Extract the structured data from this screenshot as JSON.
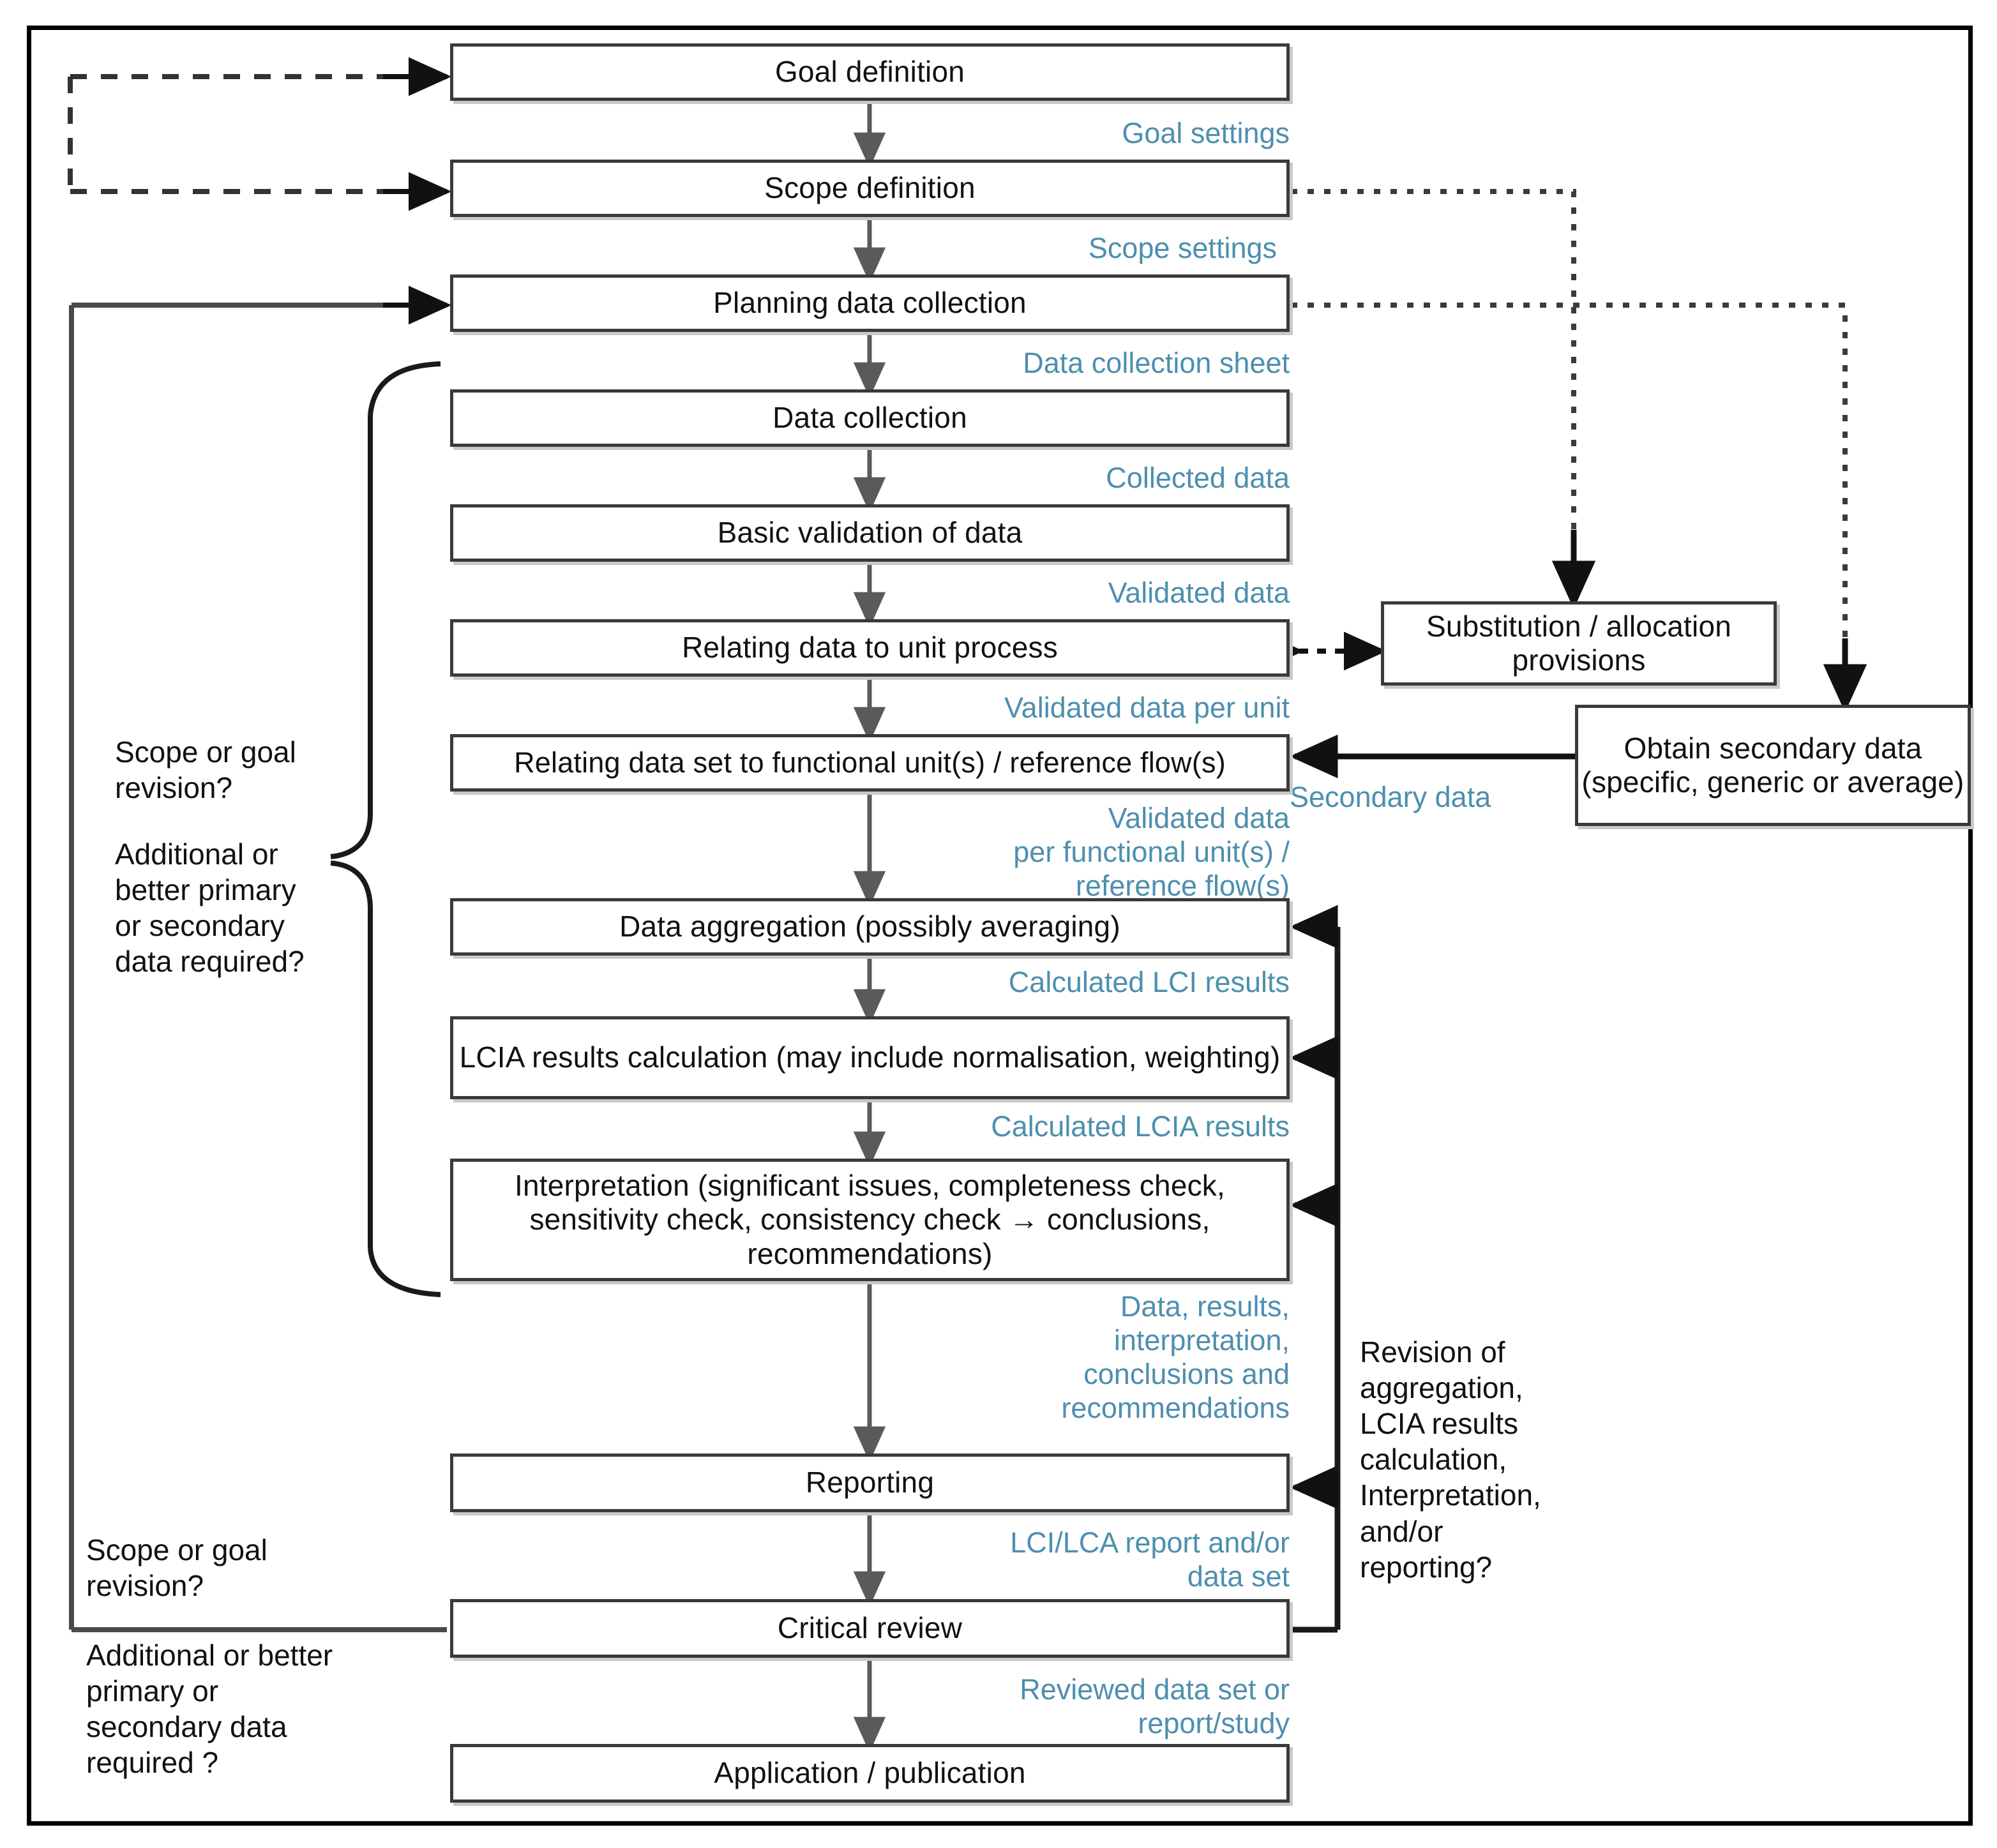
{
  "diagram": {
    "title": "LCA / LCI data-set workflow",
    "accent_label_color": "#4d8fae",
    "text_color": "#111111",
    "box_border_color": "#3a3a3a"
  },
  "boxes": {
    "goal_definition": "Goal definition",
    "scope_definition": "Scope definition",
    "planning_data_collection": "Planning data collection",
    "data_collection": "Data collection",
    "basic_validation": "Basic validation of data",
    "relating_unit_process": "Relating data to unit process",
    "relating_functional_unit": "Relating data set to functional unit(s) / reference flow(s)",
    "data_aggregation": "Data aggregation (possibly averaging)",
    "lcia_results": "LCIA results calculation (may include normalisation, weighting)",
    "interpretation": "Interpretation (significant issues, completeness check, sensitivity check, consistency check → conclusions, recommendations)",
    "reporting": "Reporting",
    "critical_review": "Critical review",
    "application_publication": "Application / publication",
    "substitution_allocation": "Substitution / allocation provisions",
    "obtain_secondary_data": "Obtain secondary data (specific, generic or average)"
  },
  "flow_labels": {
    "goal_settings": "Goal settings",
    "scope_settings": "Scope settings",
    "data_collection_sheet": "Data collection sheet",
    "collected_data": "Collected data",
    "validated_data": "Validated data",
    "validated_data_per_unit": "Validated data per unit",
    "validated_data_per_fu": "Validated data\nper functional unit(s) /\nreference flow(s)",
    "secondary_data": "Secondary data",
    "calculated_lci_results": "Calculated LCI results",
    "calculated_lcia_results": "Calculated LCIA results",
    "data_results_interpretation": "Data, results,\ninterpretation,\nconclusions and\nrecommendations",
    "lci_lca_report": "LCI/LCA report and/or\ndata set",
    "reviewed_data_set": "Reviewed data set or\nreport/study"
  },
  "decision_labels": {
    "scope_or_goal_revision_upper": "Scope or goal\nrevision?",
    "additional_data_required_upper": "Additional or\nbetter primary\nor secondary\ndata required?",
    "scope_or_goal_revision_lower": "Scope or goal\nrevision?",
    "additional_data_required_lower": "Additional or better\nprimary or\nsecondary data\nrequired ?",
    "revision_of_aggregation": "Revision of\naggregation,\nLCIA results\ncalculation,\nInterpretation,\nand/or\nreporting?"
  }
}
